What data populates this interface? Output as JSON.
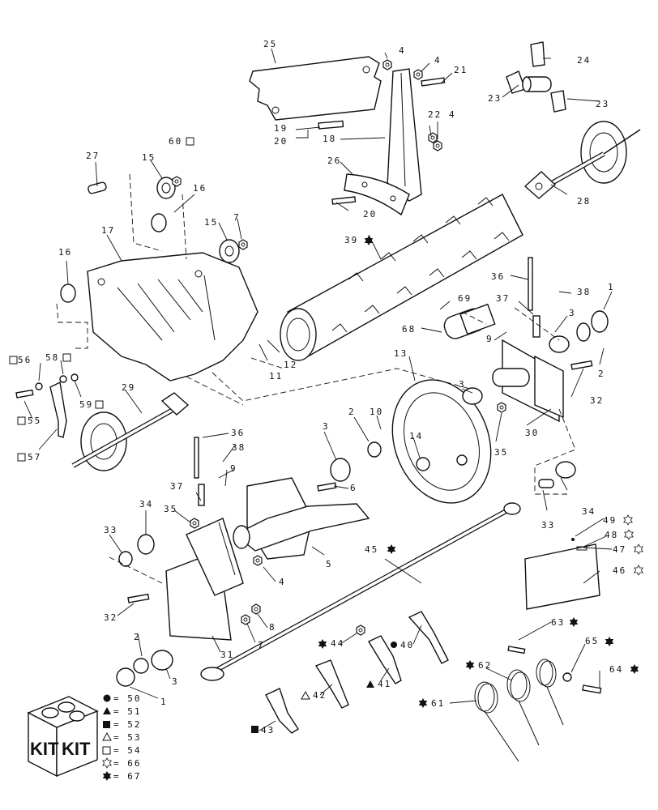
{
  "callouts": [
    {
      "id": "c25",
      "text": "25"
    },
    {
      "id": "c4a",
      "text": "4"
    },
    {
      "id": "c4b",
      "text": "4"
    },
    {
      "id": "c21",
      "text": "21"
    },
    {
      "id": "c24",
      "text": "24"
    },
    {
      "id": "c23a",
      "text": "23"
    },
    {
      "id": "c23b",
      "text": "23"
    },
    {
      "id": "c19",
      "text": "19"
    },
    {
      "id": "c20a",
      "text": "20"
    },
    {
      "id": "c18",
      "text": "18"
    },
    {
      "id": "c22",
      "text": "22"
    },
    {
      "id": "c4c",
      "text": "4"
    },
    {
      "id": "c26",
      "text": "26"
    },
    {
      "id": "c20b",
      "text": "20"
    },
    {
      "id": "c28",
      "text": "28"
    },
    {
      "id": "c27",
      "text": "27"
    },
    {
      "id": "c15a",
      "text": "15"
    },
    {
      "id": "c60",
      "text": "60"
    },
    {
      "id": "c16a",
      "text": "16"
    },
    {
      "id": "c17",
      "text": "17"
    },
    {
      "id": "c15b",
      "text": "15"
    },
    {
      "id": "c7a",
      "text": "7"
    },
    {
      "id": "c16b",
      "text": "16"
    },
    {
      "id": "c39",
      "text": "39"
    },
    {
      "id": "c36a",
      "text": "36"
    },
    {
      "id": "c38a",
      "text": "38"
    },
    {
      "id": "c1a",
      "text": "1"
    },
    {
      "id": "c37a",
      "text": "37"
    },
    {
      "id": "c69",
      "text": "69"
    },
    {
      "id": "c68",
      "text": "68"
    },
    {
      "id": "c9a",
      "text": "9"
    },
    {
      "id": "c3a",
      "text": "3"
    },
    {
      "id": "c2a",
      "text": "2"
    },
    {
      "id": "c11",
      "text": "11"
    },
    {
      "id": "c12",
      "text": "12"
    },
    {
      "id": "c13",
      "text": "13"
    },
    {
      "id": "c56",
      "text": "56"
    },
    {
      "id": "c58",
      "text": "58"
    },
    {
      "id": "c59",
      "text": "59"
    },
    {
      "id": "c55",
      "text": "55"
    },
    {
      "id": "c57",
      "text": "57"
    },
    {
      "id": "c29",
      "text": "29"
    },
    {
      "id": "c3b",
      "text": "3"
    },
    {
      "id": "c32a",
      "text": "32"
    },
    {
      "id": "c10",
      "text": "10"
    },
    {
      "id": "c2b",
      "text": "2"
    },
    {
      "id": "c14",
      "text": "14"
    },
    {
      "id": "c35a",
      "text": "35"
    },
    {
      "id": "c30",
      "text": "30"
    },
    {
      "id": "c36b",
      "text": "36"
    },
    {
      "id": "c38b",
      "text": "38"
    },
    {
      "id": "c3c",
      "text": "3"
    },
    {
      "id": "c9b",
      "text": "9"
    },
    {
      "id": "c6",
      "text": "6"
    },
    {
      "id": "c37b",
      "text": "37"
    },
    {
      "id": "c34a",
      "text": "34"
    },
    {
      "id": "c35b",
      "text": "35"
    },
    {
      "id": "c33a",
      "text": "33"
    },
    {
      "id": "c34b",
      "text": "34"
    },
    {
      "id": "c33b",
      "text": "33"
    },
    {
      "id": "c49",
      "text": "49"
    },
    {
      "id": "c48",
      "text": "48"
    },
    {
      "id": "c47",
      "text": "47"
    },
    {
      "id": "c46",
      "text": "46"
    },
    {
      "id": "c5",
      "text": "5"
    },
    {
      "id": "c4d",
      "text": "4"
    },
    {
      "id": "c45",
      "text": "45"
    },
    {
      "id": "c32b",
      "text": "32"
    },
    {
      "id": "c8",
      "text": "8"
    },
    {
      "id": "c7b",
      "text": "7"
    },
    {
      "id": "c31",
      "text": "31"
    },
    {
      "id": "c2c",
      "text": "2"
    },
    {
      "id": "c3d",
      "text": "3"
    },
    {
      "id": "c1b",
      "text": "1"
    },
    {
      "id": "c63",
      "text": "63"
    },
    {
      "id": "c44",
      "text": "44"
    },
    {
      "id": "c40",
      "text": "40"
    },
    {
      "id": "c65",
      "text": "65"
    },
    {
      "id": "c62",
      "text": "62"
    },
    {
      "id": "c41",
      "text": "41"
    },
    {
      "id": "c64",
      "text": "64"
    },
    {
      "id": "c42",
      "text": "42"
    },
    {
      "id": "c61",
      "text": "61"
    },
    {
      "id": "c43",
      "text": "43"
    }
  ],
  "legend": [
    {
      "symbol": "circle",
      "text": "= 50"
    },
    {
      "symbol": "triangle",
      "text": "= 51"
    },
    {
      "symbol": "square",
      "text": "= 52"
    },
    {
      "symbol": "triangle-outline",
      "text": "= 53"
    },
    {
      "symbol": "square-outline",
      "text": "= 54"
    },
    {
      "symbol": "star-outline",
      "text": "= 66"
    },
    {
      "symbol": "star",
      "text": "= 67"
    }
  ],
  "kit_box": {
    "label_left": "KIT",
    "label_right": "KIT"
  }
}
